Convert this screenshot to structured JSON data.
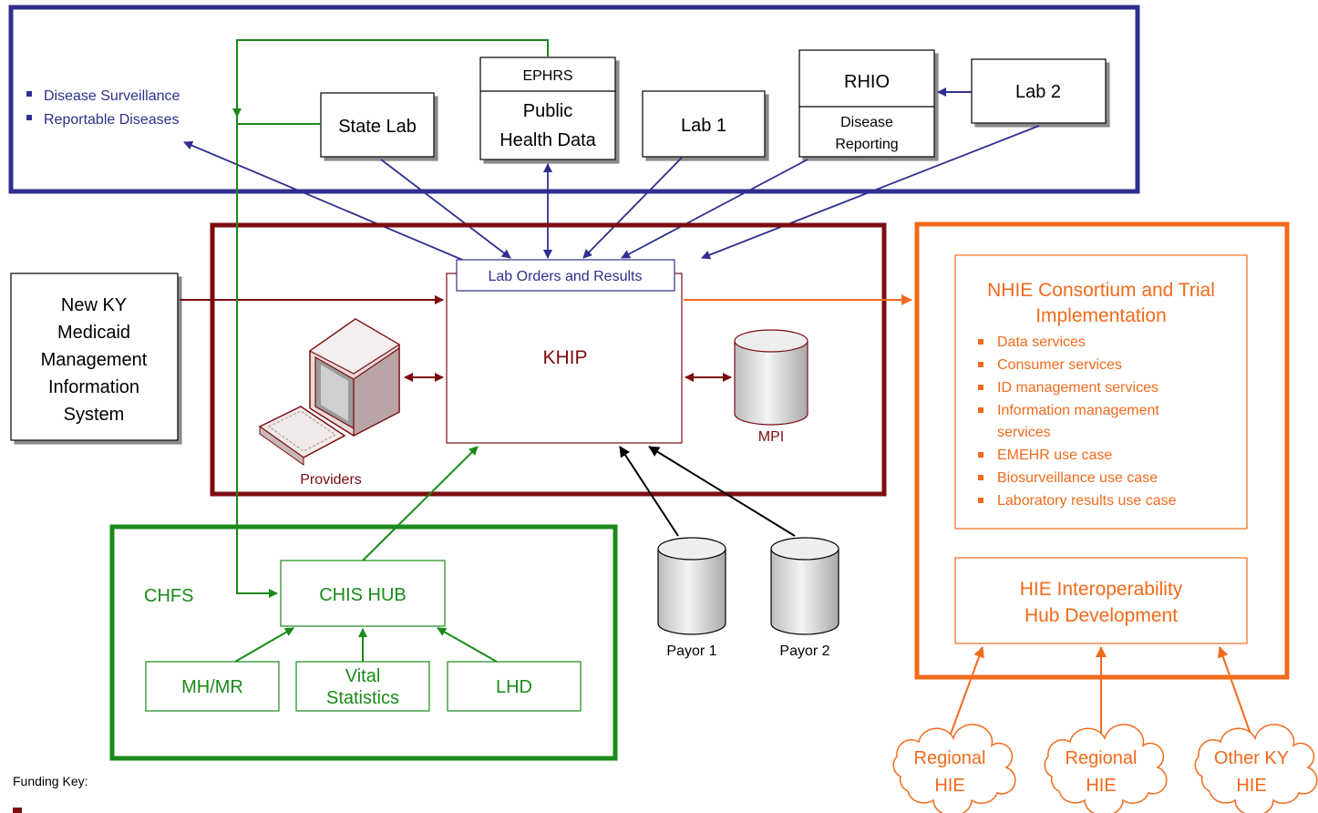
{
  "colors": {
    "navy": "#2f2f8f",
    "maroon": "#7b0d10",
    "green": "#1a8a1a",
    "orange": "#f26a1b",
    "black": "#000000"
  },
  "public_health": {
    "bullets": [
      "Disease Surveillance",
      "Reportable Diseases"
    ],
    "state_lab": "State Lab",
    "ephrs": "EPHRS",
    "public_health_data": [
      "Public",
      "Health Data"
    ],
    "lab1": "Lab 1",
    "rhio": "RHIO",
    "disease_reporting": [
      "Disease",
      "Reporting"
    ],
    "lab2": "Lab 2"
  },
  "khip": {
    "lab_orders": "Lab Orders and Results",
    "title": "KHIP",
    "providers": "Providers",
    "mpi": "MPI"
  },
  "medicaid": [
    "New KY",
    "Medicaid",
    "Management",
    "Information",
    "System"
  ],
  "nhie": {
    "title": [
      "NHIE Consortium and Trial",
      "Implementation"
    ],
    "items": [
      [
        "Data services"
      ],
      [
        "Consumer services"
      ],
      [
        "ID management services"
      ],
      [
        "Information management",
        "services"
      ],
      [
        "EMEHR use case"
      ],
      [
        "Biosurveillance use case"
      ],
      [
        "Laboratory results use case"
      ]
    ],
    "hub": [
      "HIE Interoperability",
      "Hub Development"
    ]
  },
  "chfs": {
    "label": "CHFS",
    "hub": "CHIS HUB",
    "mhmr": "MH/MR",
    "vital": [
      "Vital",
      "Statistics"
    ],
    "lhd": "LHD"
  },
  "payors": [
    "Payor 1",
    "Payor 2"
  ],
  "clouds": [
    [
      "Regional",
      "HIE"
    ],
    [
      "Regional",
      "HIE"
    ],
    [
      "Other KY",
      "HIE"
    ]
  ],
  "funding_key": "Funding Key:"
}
